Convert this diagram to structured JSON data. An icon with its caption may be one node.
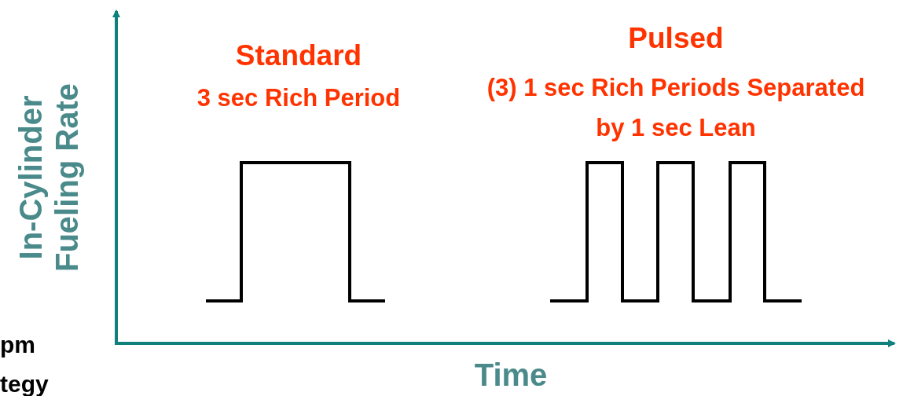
{
  "diagram": {
    "labels": [
      "In-Cylinder Fueling Rate",
      "Standard",
      "3 sec Rich Period",
      "Pulsed",
      "(3) 1 sec Rich Periods Separated by 1 sec Lean",
      "Time",
      "pm",
      "tegy"
    ]
  }
}
